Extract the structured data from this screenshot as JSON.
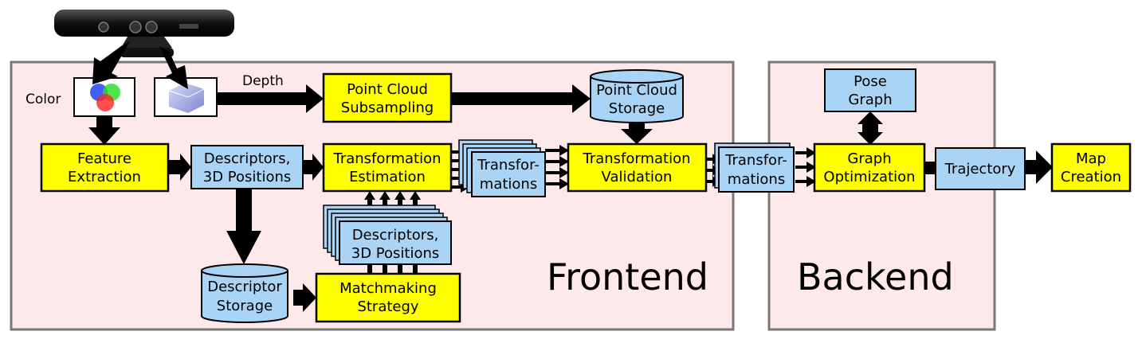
{
  "regions": {
    "frontend": "Frontend",
    "backend": "Backend"
  },
  "inputs": {
    "color": "Color",
    "depth": "Depth"
  },
  "nodes": {
    "feature_extraction": [
      "Feature",
      "Extraction"
    ],
    "descriptors_3d": [
      "Descriptors,",
      "3D Positions"
    ],
    "transformation_estimation": [
      "Transformation",
      "Estimation"
    ],
    "point_cloud_subsampling": [
      "Point Cloud",
      "Subsampling"
    ],
    "point_cloud_storage": [
      "Point Cloud",
      "Storage"
    ],
    "transformations_1": [
      "Transfor-",
      "mations"
    ],
    "transformation_validation": [
      "Transformation",
      "Validation"
    ],
    "transformations_2": [
      "Transfor-",
      "mations"
    ],
    "descriptor_storage": [
      "Descriptor",
      "Storage"
    ],
    "matchmaking_strategy": [
      "Matchmaking",
      "Strategy"
    ],
    "descriptors_stack": [
      "Descriptors,",
      "3D Positions"
    ],
    "pose_graph": [
      "Pose",
      "Graph"
    ],
    "graph_optimization": [
      "Graph",
      "Optimization"
    ],
    "trajectory": [
      "Trajectory"
    ],
    "map_creation": [
      "Map",
      "Creation"
    ]
  },
  "colors": {
    "yellow": "#ffff00",
    "blue": "#a9d4f5",
    "region_fill": "#fde9ea",
    "region_stroke": "#777777",
    "arrow": "#000000"
  }
}
